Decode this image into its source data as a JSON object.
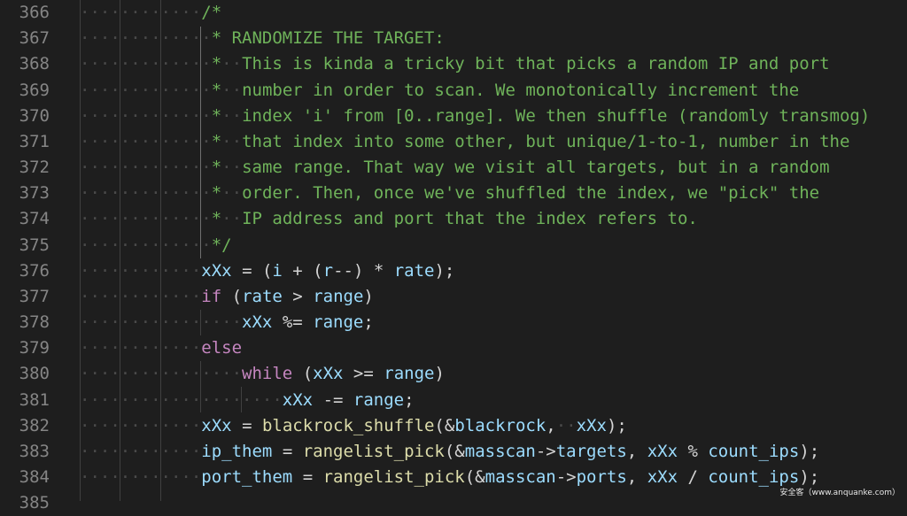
{
  "editor": {
    "colors": {
      "background": "#1e1e1e",
      "comment": "#6fb35a",
      "variable": "#9cdcfe",
      "keyword": "#c586c0",
      "function": "#dcdcaa",
      "plain": "#d4d4d4",
      "line_number": "#858585"
    },
    "lines": [
      {
        "n": "366",
        "tokens": [
          [
            "            ",
            "o"
          ],
          [
            "/*",
            "c"
          ]
        ]
      },
      {
        "n": "367",
        "tokens": [
          [
            "             ",
            "o"
          ],
          [
            "* RANDOMIZE THE TARGET:",
            "c"
          ]
        ]
      },
      {
        "n": "368",
        "tokens": [
          [
            "             ",
            "o"
          ],
          [
            "*  This is kinda a tricky bit that picks a random IP and port",
            "c"
          ]
        ]
      },
      {
        "n": "369",
        "tokens": [
          [
            "             ",
            "o"
          ],
          [
            "*  number in order to scan. We monotonically increment the",
            "c"
          ]
        ]
      },
      {
        "n": "370",
        "tokens": [
          [
            "             ",
            "o"
          ],
          [
            "*  index 'i' from [0..range]. We then shuffle (randomly transmog)",
            "c"
          ]
        ]
      },
      {
        "n": "371",
        "tokens": [
          [
            "             ",
            "o"
          ],
          [
            "*  that index into some other, but unique/1-to-1, number in the",
            "c"
          ]
        ]
      },
      {
        "n": "372",
        "tokens": [
          [
            "             ",
            "o"
          ],
          [
            "*  same range. That way we visit all targets, but in a random",
            "c"
          ]
        ]
      },
      {
        "n": "373",
        "tokens": [
          [
            "             ",
            "o"
          ],
          [
            "*  order. Then, once we've shuffled the index, we \"pick\" the",
            "c"
          ]
        ]
      },
      {
        "n": "374",
        "tokens": [
          [
            "             ",
            "o"
          ],
          [
            "*  IP address and port that the index refers to.",
            "c"
          ]
        ]
      },
      {
        "n": "375",
        "tokens": [
          [
            "             ",
            "o"
          ],
          [
            "*/",
            "c"
          ]
        ]
      },
      {
        "n": "376",
        "tokens": [
          [
            "            ",
            "o"
          ],
          [
            "xXx",
            "v"
          ],
          [
            " = (",
            "o"
          ],
          [
            "i",
            "v"
          ],
          [
            " + (",
            "o"
          ],
          [
            "r",
            "v"
          ],
          [
            "--) * ",
            "o"
          ],
          [
            "rate",
            "v"
          ],
          [
            ");",
            "o"
          ]
        ]
      },
      {
        "n": "377",
        "tokens": [
          [
            "            ",
            "o"
          ],
          [
            "if",
            "k"
          ],
          [
            " (",
            "o"
          ],
          [
            "rate",
            "v"
          ],
          [
            " > ",
            "o"
          ],
          [
            "range",
            "v"
          ],
          [
            ")",
            "o"
          ]
        ]
      },
      {
        "n": "378",
        "tokens": [
          [
            "                ",
            "o"
          ],
          [
            "xXx",
            "v"
          ],
          [
            " %= ",
            "o"
          ],
          [
            "range",
            "v"
          ],
          [
            ";",
            "o"
          ]
        ]
      },
      {
        "n": "379",
        "tokens": [
          [
            "            ",
            "o"
          ],
          [
            "else",
            "k"
          ]
        ]
      },
      {
        "n": "380",
        "tokens": [
          [
            "                ",
            "o"
          ],
          [
            "while",
            "k"
          ],
          [
            " (",
            "o"
          ],
          [
            "xXx",
            "v"
          ],
          [
            " >= ",
            "o"
          ],
          [
            "range",
            "v"
          ],
          [
            ")",
            "o"
          ]
        ]
      },
      {
        "n": "381",
        "tokens": [
          [
            "                    ",
            "o"
          ],
          [
            "xXx",
            "v"
          ],
          [
            " -= ",
            "o"
          ],
          [
            "range",
            "v"
          ],
          [
            ";",
            "o"
          ]
        ]
      },
      {
        "n": "382",
        "tokens": [
          [
            "            ",
            "o"
          ],
          [
            "xXx",
            "v"
          ],
          [
            " = ",
            "o"
          ],
          [
            "blackrock_shuffle",
            "f"
          ],
          [
            "(&",
            "o"
          ],
          [
            "blackrock",
            "v"
          ],
          [
            ",  ",
            "o"
          ],
          [
            "xXx",
            "v"
          ],
          [
            ");",
            "o"
          ]
        ]
      },
      {
        "n": "383",
        "tokens": [
          [
            "            ",
            "o"
          ],
          [
            "ip_them",
            "v"
          ],
          [
            " = ",
            "o"
          ],
          [
            "rangelist_pick",
            "f"
          ],
          [
            "(&",
            "o"
          ],
          [
            "masscan",
            "v"
          ],
          [
            "->",
            "o"
          ],
          [
            "targets",
            "v"
          ],
          [
            ", ",
            "o"
          ],
          [
            "xXx",
            "v"
          ],
          [
            " % ",
            "o"
          ],
          [
            "count_ips",
            "v"
          ],
          [
            ");",
            "o"
          ]
        ]
      },
      {
        "n": "384",
        "tokens": [
          [
            "            ",
            "o"
          ],
          [
            "port_them",
            "v"
          ],
          [
            " = ",
            "o"
          ],
          [
            "rangelist_pick",
            "f"
          ],
          [
            "(&",
            "o"
          ],
          [
            "masscan",
            "v"
          ],
          [
            "->",
            "o"
          ],
          [
            "ports",
            "v"
          ],
          [
            ", ",
            "o"
          ],
          [
            "xXx",
            "v"
          ],
          [
            " / ",
            "o"
          ],
          [
            "count_ips",
            "v"
          ],
          [
            ");",
            "o"
          ]
        ]
      },
      {
        "n": "385",
        "tokens": []
      }
    ]
  },
  "watermark": "安全客（www.anquanke.com）"
}
